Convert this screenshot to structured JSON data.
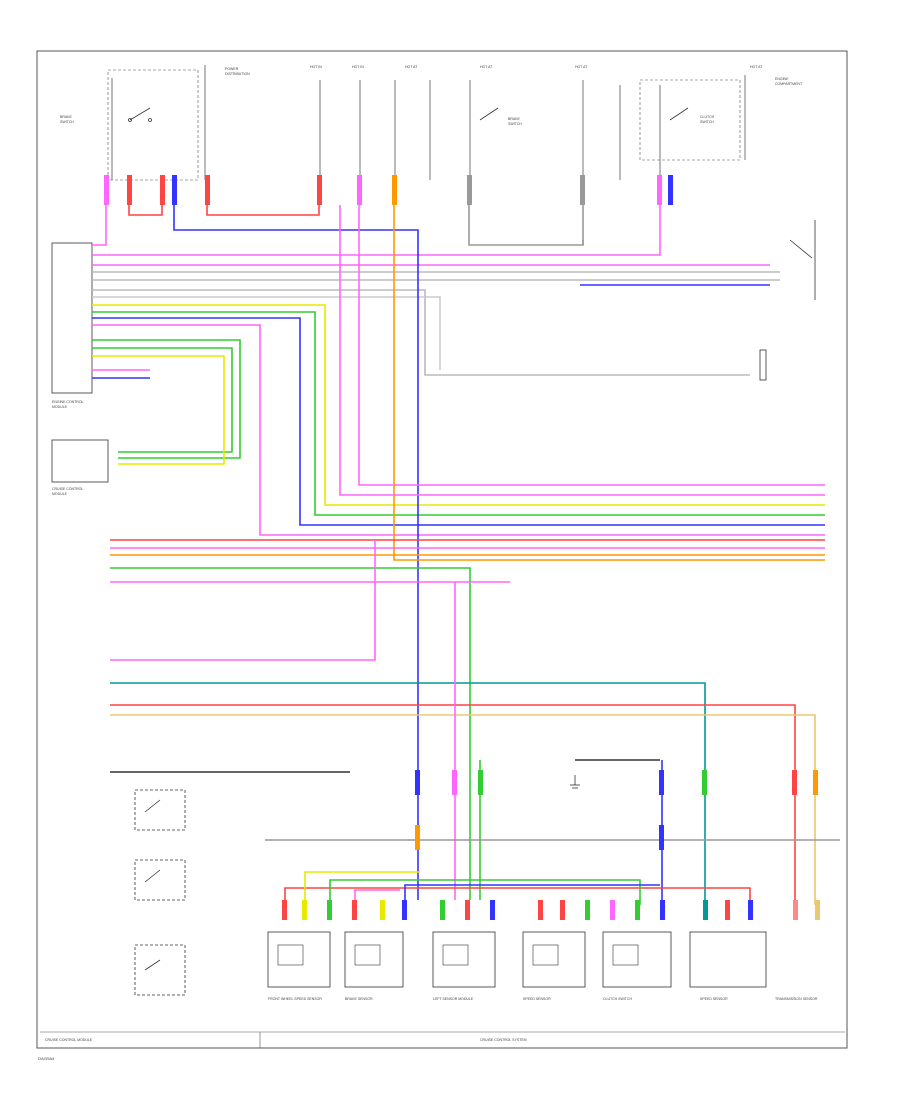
{
  "diagram": {
    "bottom_left_label": "CRUISE CONTROL MODULE",
    "bottom_center_label": "CRUISE CONTROL SYSTEM",
    "page_code": "DIAGRAM",
    "modules": [
      {
        "id": "m1",
        "label": "FRONT WHEEL SPEED SENSOR"
      },
      {
        "id": "m2",
        "label": "BRAKE SENSOR"
      },
      {
        "id": "m3",
        "label": "LEFT SENSOR MODULE"
      },
      {
        "id": "m4",
        "label": "SPEED SENSOR"
      },
      {
        "id": "m5",
        "label": "CLUTCH SWITCH"
      },
      {
        "id": "m6",
        "label": "SPEED SENSOR"
      },
      {
        "id": "m7",
        "label": "TRANSMISSION SENSOR"
      }
    ],
    "wire_colors": {
      "pink": "#ff66ff",
      "red": "#ff4444",
      "blue": "#3333ff",
      "orange": "#ff9900",
      "green": "#33cc33",
      "yellow": "#e8e800",
      "gray": "#999999",
      "teal": "#009999",
      "violet": "#cc66ff",
      "salmon": "#ff8888",
      "black": "#333333"
    },
    "icons": [
      "switch-icon",
      "relay-icon",
      "ground-icon",
      "connector-icon",
      "module-icon"
    ]
  }
}
